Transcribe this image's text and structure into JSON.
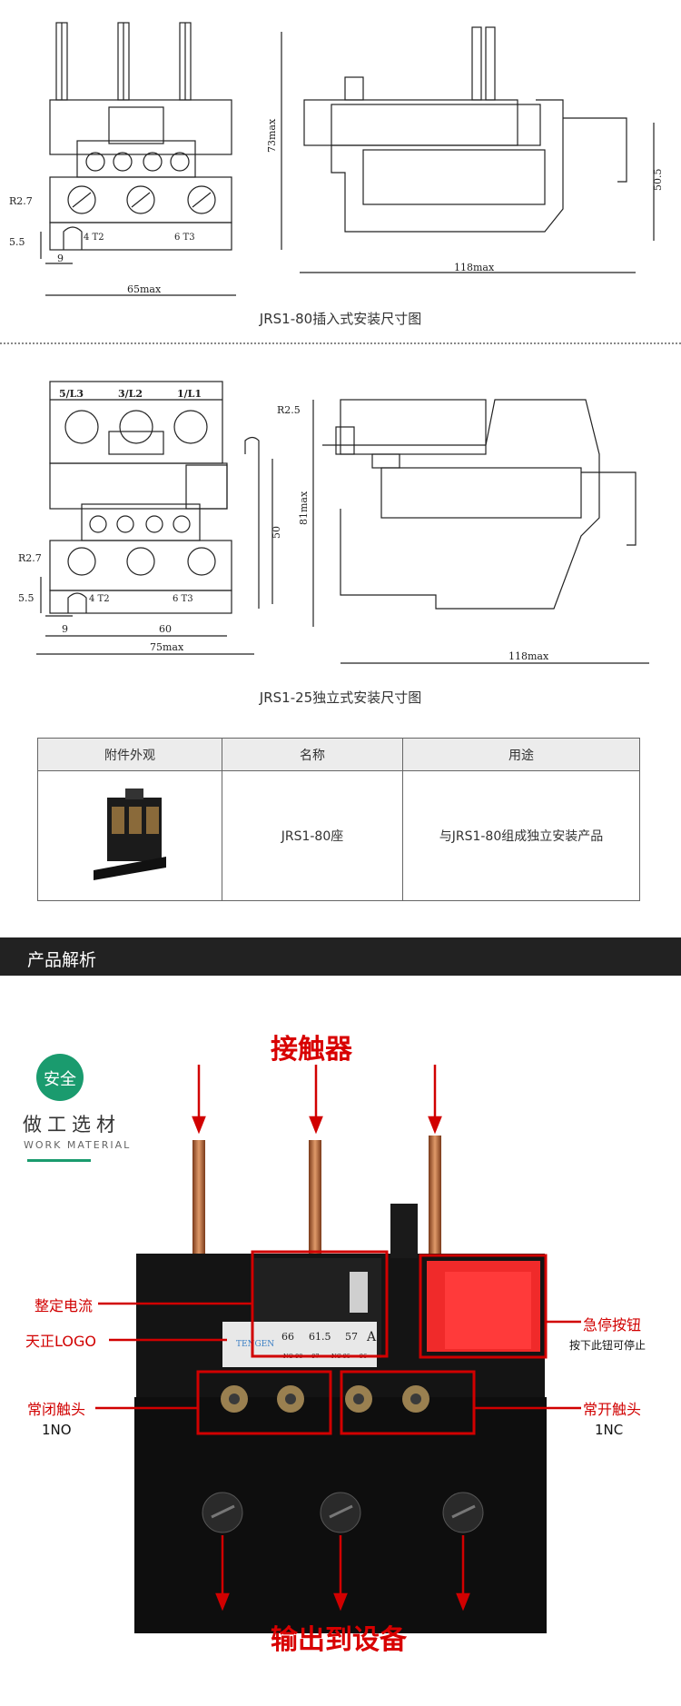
{
  "drawing1": {
    "caption": "JRS1-80插入式安装尺寸图",
    "dims": {
      "r": "R2.7",
      "h1": "5.5",
      "w1": "9",
      "w2": "65max",
      "h_side": "73max",
      "h2": "50.5",
      "w_side": "118max"
    },
    "terminals": {
      "t2": "4 T2",
      "t3": "6 T3"
    }
  },
  "drawing2": {
    "caption": "JRS1-25独立式安装尺寸图",
    "dims": {
      "r1": "R2.5",
      "r2": "R2.7",
      "h1": "5.5",
      "w1": "9",
      "w2": "60",
      "w3": "75max",
      "h_mid": "50",
      "h_side": "81max",
      "w_side": "118max"
    },
    "top_labels": [
      "5/L3",
      "3/L2",
      "1/L1"
    ],
    "terminals": {
      "t2": "4 T2",
      "t3": "6 T3"
    }
  },
  "accessory_table": {
    "headers": [
      "附件外观",
      "名称",
      "用途"
    ],
    "row": {
      "name": "JRS1-80座",
      "use": "与JRS1-80组成独立安装产品"
    }
  },
  "section_title": "产品解析",
  "badge": {
    "circle": "安全",
    "title": "做工选材",
    "subtitle": "WORK MATERIAL"
  },
  "product": {
    "top_label": "接触器",
    "bottom_label": "输出到设备",
    "left_labels": {
      "current": "整定电流",
      "logo": "天正LOGO",
      "nc": "常闭触头",
      "nc_code": "1NO"
    },
    "right_labels": {
      "stop": "急停按钮",
      "stop_note": "按下此钮可停止",
      "no": "常开触头",
      "no_code": "1NC"
    },
    "dial": {
      "v1": "66",
      "v2": "61.5",
      "v3": "57",
      "unit": "A",
      "brand": "TENGEN",
      "line1": "NO 98-⌐-97",
      "line2": "NC 95-⌐-96"
    }
  },
  "colors": {
    "accent_red": "#d80000",
    "badge_green": "#1a9b6e",
    "banner": "#222222"
  }
}
